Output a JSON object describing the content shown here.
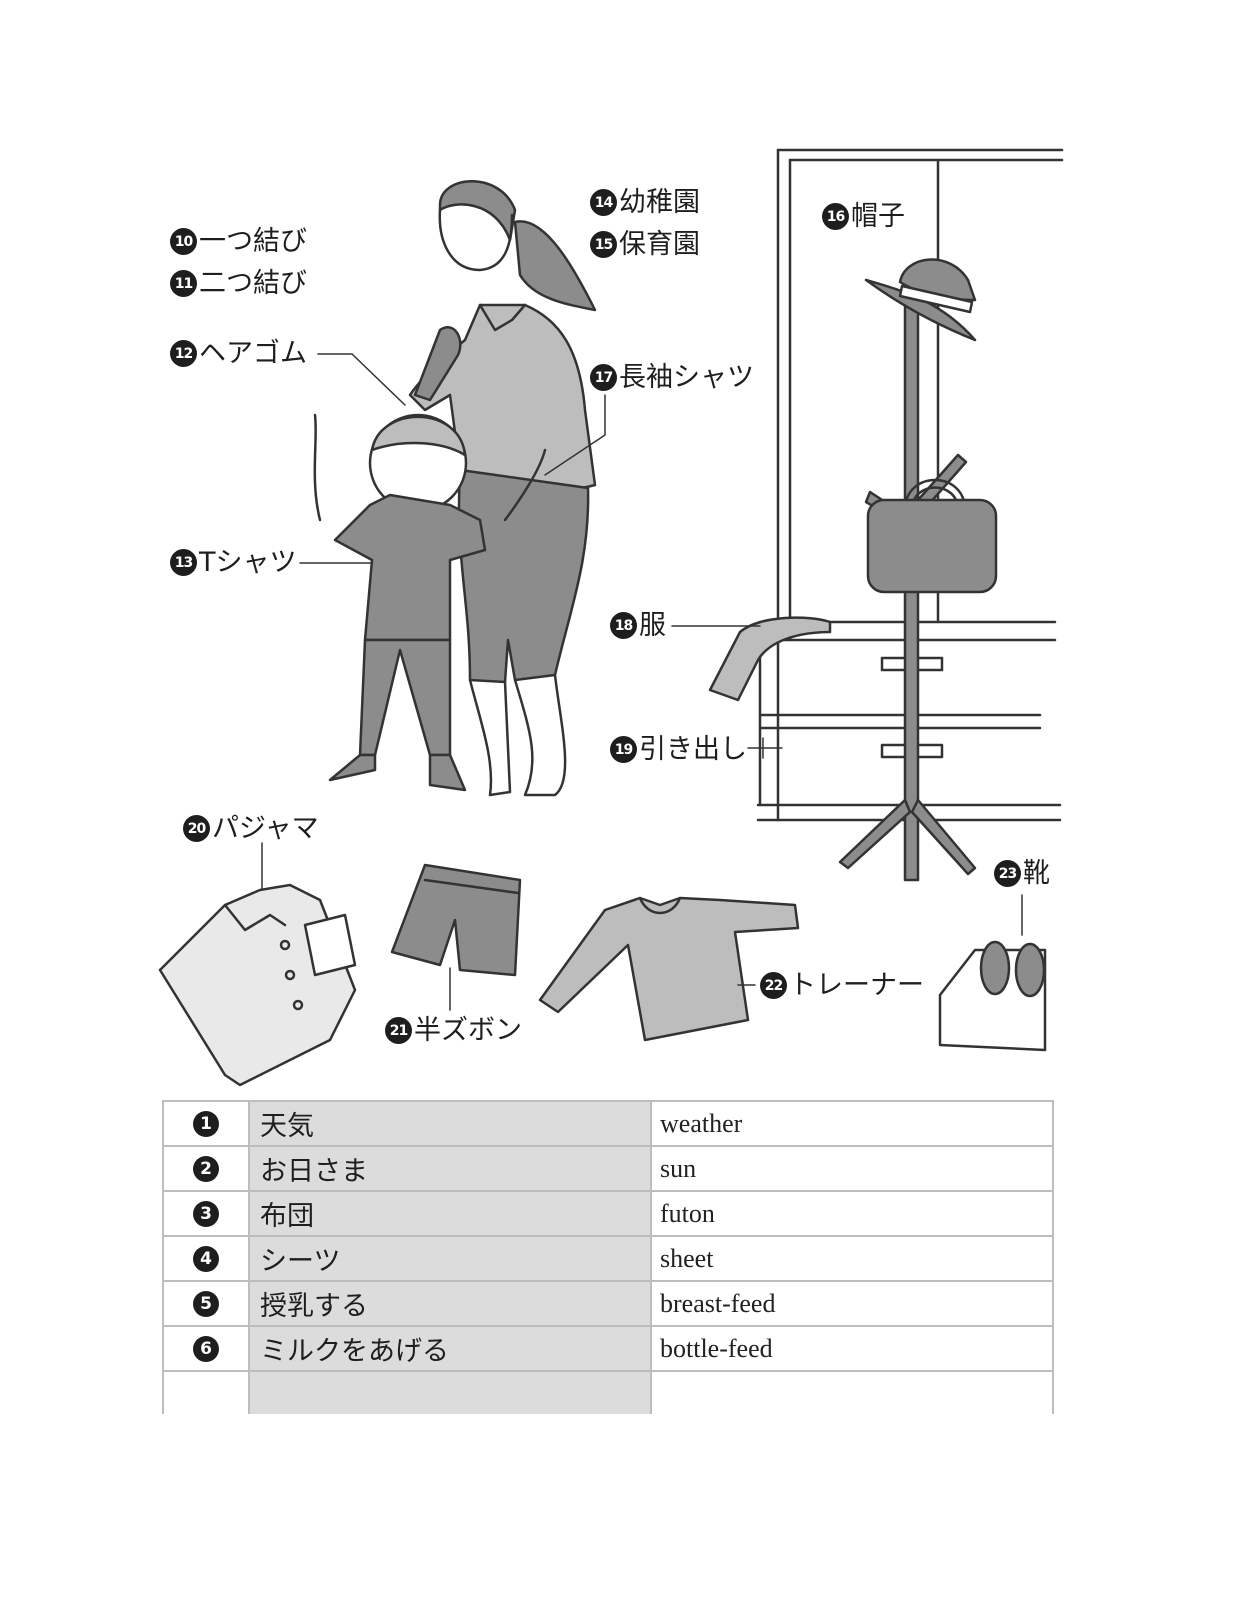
{
  "labels": [
    {
      "num": "10",
      "text": "一つ結び"
    },
    {
      "num": "11",
      "text": "二つ結び"
    },
    {
      "num": "12",
      "text": "ヘアゴム"
    },
    {
      "num": "13",
      "text": "Tシャツ"
    },
    {
      "num": "14",
      "text": "幼稚園"
    },
    {
      "num": "15",
      "text": "保育園"
    },
    {
      "num": "16",
      "text": "帽子"
    },
    {
      "num": "17",
      "text": "長袖シャツ"
    },
    {
      "num": "18",
      "text": "服"
    },
    {
      "num": "19",
      "text": "引き出し"
    },
    {
      "num": "20",
      "text": "パジャマ"
    },
    {
      "num": "21",
      "text": "半ズボン"
    },
    {
      "num": "22",
      "text": "トレーナー"
    },
    {
      "num": "23",
      "text": "靴"
    }
  ],
  "vocab": [
    {
      "num": "1",
      "jp": "天気",
      "en": "weather"
    },
    {
      "num": "2",
      "jp": "お日さま",
      "en": "sun"
    },
    {
      "num": "3",
      "jp": "布団",
      "en": "futon"
    },
    {
      "num": "4",
      "jp": "シーツ",
      "en": "sheet"
    },
    {
      "num": "5",
      "jp": "授乳する",
      "en": "breast-feed"
    },
    {
      "num": "6",
      "jp": "ミルクをあげる",
      "en": "bottle-feed"
    }
  ]
}
